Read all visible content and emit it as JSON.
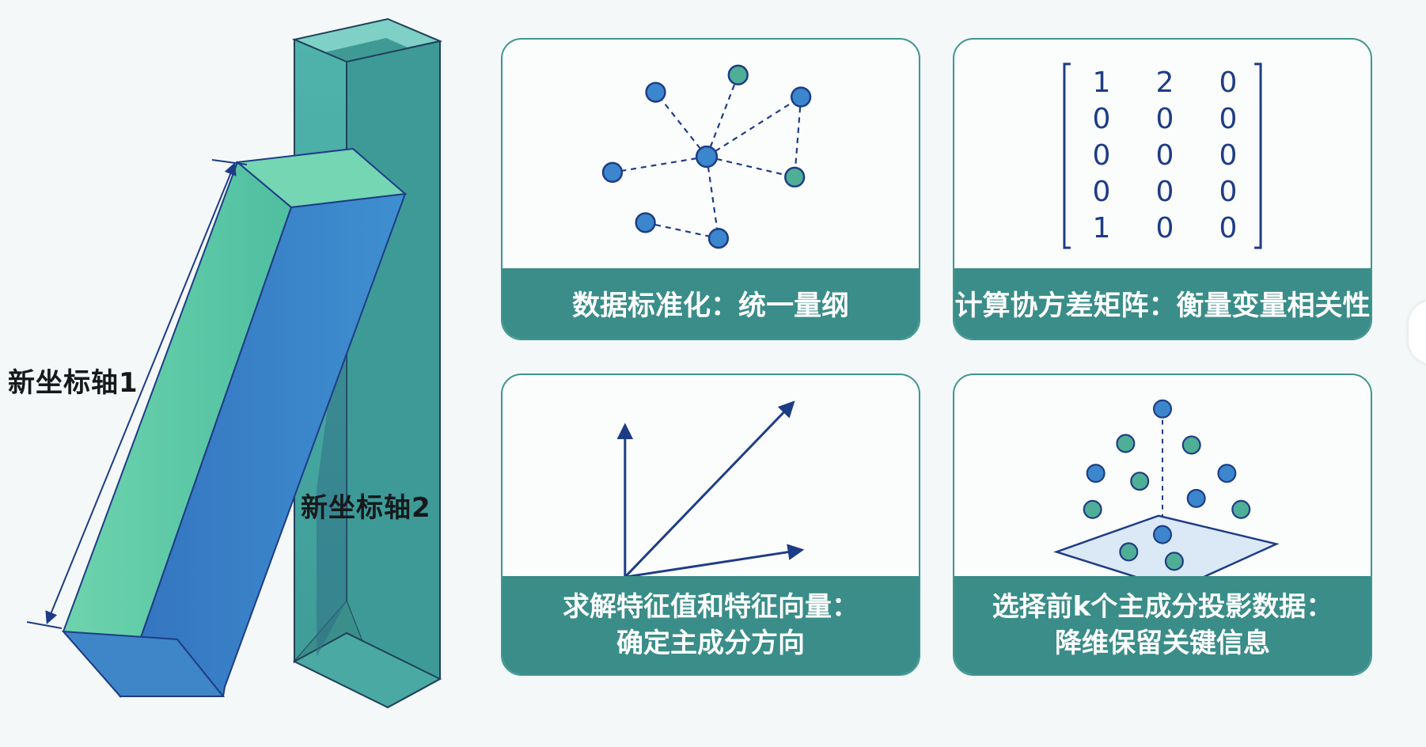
{
  "left_figure": {
    "axis1_label": "新坐标轴1",
    "axis2_label": "新坐标轴2"
  },
  "cards": [
    {
      "id": "standardize",
      "lines": [
        "数据标准化：统一量纲"
      ]
    },
    {
      "id": "covariance",
      "lines": [
        "计算协方差矩阵：衡量变量相关性"
      ]
    },
    {
      "id": "eigen",
      "lines": [
        "求解特征值和特征向量：",
        "确定主成分方向"
      ]
    },
    {
      "id": "projection",
      "lines": [
        "选择前k个主成分投影数据：",
        "降维保留关键信息"
      ]
    }
  ],
  "matrix": [
    [
      "1",
      "2",
      "0"
    ],
    [
      "0",
      "0",
      "0"
    ],
    [
      "0",
      "0",
      "0"
    ],
    [
      "0",
      "0",
      "0"
    ],
    [
      "1",
      "0",
      "0"
    ]
  ],
  "colors": {
    "teal": "#3a8d88",
    "navy": "#1e3c86",
    "node_blue": "#3b86cc",
    "node_green": "#4fae96",
    "bar_green": "#5cc8a4",
    "bar_blue": "#3a86c8",
    "pillar_teal": "#46a8a2"
  }
}
